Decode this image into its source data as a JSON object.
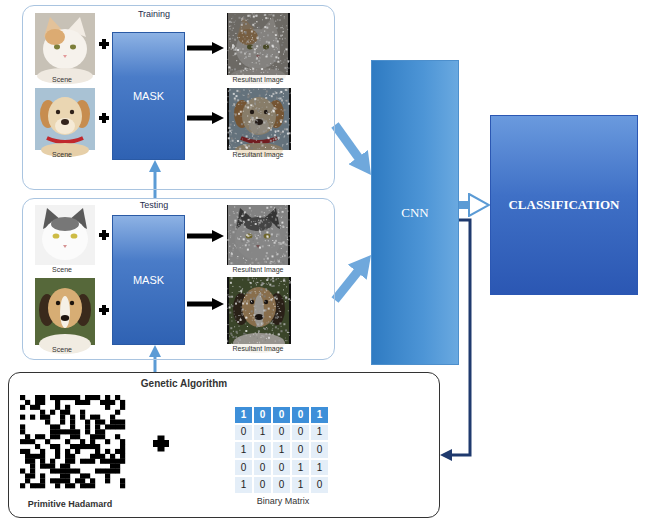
{
  "diagram": {
    "nodes": [
      {
        "text": [
          "Training"
        ]
      },
      {
        "text": [
          "MASK"
        ],
        "in": 0
      },
      {
        "text": [
          "Testing"
        ]
      },
      {
        "text": [
          "MASK"
        ],
        "in": 2
      },
      {
        "text": [
          "CNN"
        ]
      },
      {
        "text": [
          "CLASSIFICATION"
        ]
      },
      {
        "text": [
          "Genetic Algorithm"
        ]
      }
    ],
    "edges": [
      {
        "from": 0,
        "to": 4,
        "arrow": "to"
      },
      {
        "from": 2,
        "to": 4,
        "arrow": "to"
      },
      {
        "from": 4,
        "to": 5,
        "arrow": "to"
      },
      {
        "from": 4,
        "to": 6,
        "arrow": "to"
      },
      {
        "from": 6,
        "to": 3,
        "arrow": "to"
      },
      {
        "from": 2,
        "to": 1,
        "arrow": "to"
      }
    ],
    "labels": [
      "Scene",
      "Resultant Image",
      "Scene",
      "Resultant Image",
      "Scene",
      "Resultant Image",
      "Scene",
      "Resultant Image",
      "1",
      "0",
      "0",
      "0",
      "1",
      "0",
      "1",
      "0",
      "0",
      "1",
      "1",
      "0",
      "1",
      "0",
      "0",
      "0",
      "0",
      "0",
      "1",
      "1",
      "1",
      "0",
      "0",
      "1",
      "0",
      "Primitive Hadamard",
      "Binary Matrix"
    ]
  }
}
